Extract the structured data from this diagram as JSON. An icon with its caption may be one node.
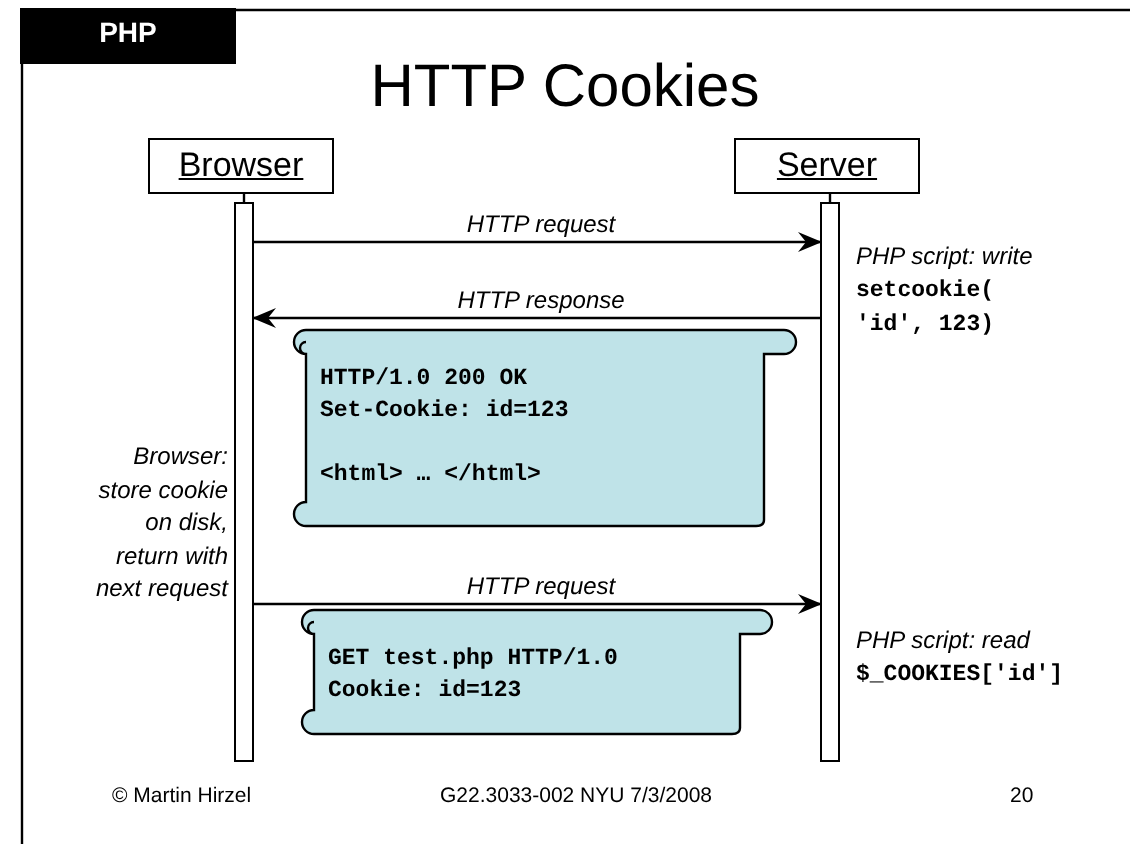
{
  "diagram": {
    "title": "HTTP Cookies",
    "nodes": [
      {
        "text": [
          "Browser"
        ]
      },
      {
        "text": [
          "Server"
        ]
      },
      {
        "text": [],
        "shape": "bar"
      },
      {
        "text": [],
        "shape": "bar"
      },
      {
        "text": [
          "HTTP/1.0 200 OK",
          "Set-Cookie: id=123",
          "<html> … </html>"
        ]
      },
      {
        "text": [
          "GET test.php HTTP/1.0",
          "Cookie: id=123"
        ]
      }
    ],
    "edges": [
      {
        "from": 0,
        "to": 2,
        "arrow": "none"
      },
      {
        "from": 1,
        "to": 3,
        "arrow": "none"
      },
      {
        "from": 2,
        "to": 3,
        "arrow": "to",
        "label": "HTTP request"
      },
      {
        "from": 3,
        "to": 2,
        "arrow": "to",
        "label": "HTTP response"
      },
      {
        "from": 2,
        "to": 3,
        "arrow": "to",
        "label": "HTTP request"
      }
    ],
    "labels": [
      "PHP",
      "PHP script: write",
      "setcookie( 'id', 123)",
      "Browser: store cookie on disk, return with next request",
      "PHP script: read",
      "$_COOKIES['id']",
      "© Martin Hirzel",
      "G22.3033-002 NYU 7/3/2008",
      "20"
    ]
  }
}
